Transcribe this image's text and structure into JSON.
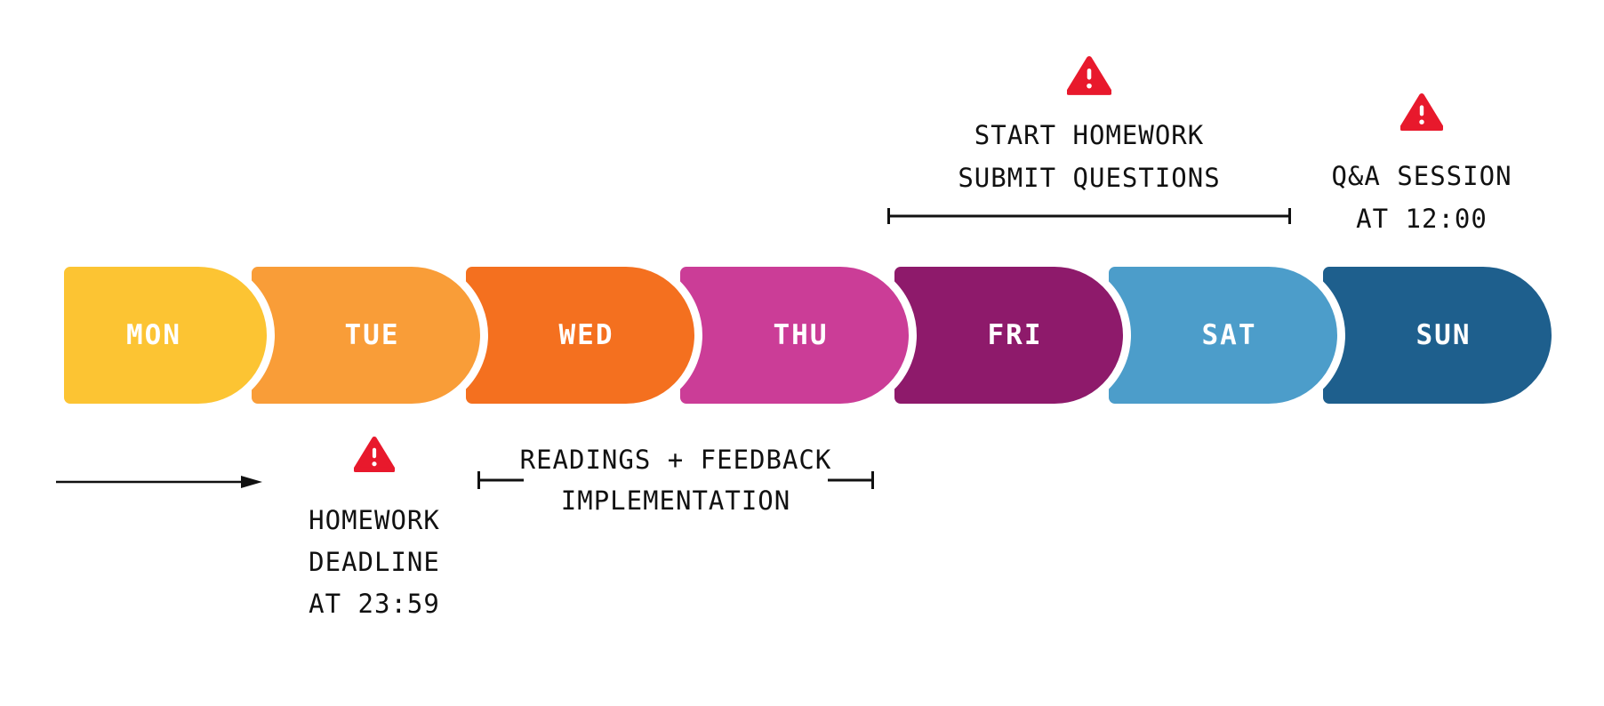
{
  "timeline": {
    "days": [
      {
        "label": "MON",
        "color": "#FCC433"
      },
      {
        "label": "TUE",
        "color": "#F99D38"
      },
      {
        "label": "WED",
        "color": "#F4701F"
      },
      {
        "label": "THU",
        "color": "#CB3D97"
      },
      {
        "label": "FRI",
        "color": "#8E1A6B"
      },
      {
        "label": "SAT",
        "color": "#4C9DCA"
      },
      {
        "label": "SUN",
        "color": "#1E5F8D"
      }
    ]
  },
  "annotations": {
    "start_homework": {
      "line1": "START HOMEWORK",
      "line2": "SUBMIT QUESTIONS"
    },
    "qa_session": {
      "line1": "Q&A SESSION",
      "line2": "AT 12:00"
    },
    "homework_deadline": {
      "line1": "HOMEWORK",
      "line2": "DEADLINE",
      "line3": "AT 23:59"
    },
    "readings_feedback": {
      "line1": "READINGS + FEEDBACK",
      "line2": "IMPLEMENTATION"
    }
  },
  "colors": {
    "warning_red": "#E8192C",
    "text": "#111111",
    "background": "#FFFFFF"
  }
}
